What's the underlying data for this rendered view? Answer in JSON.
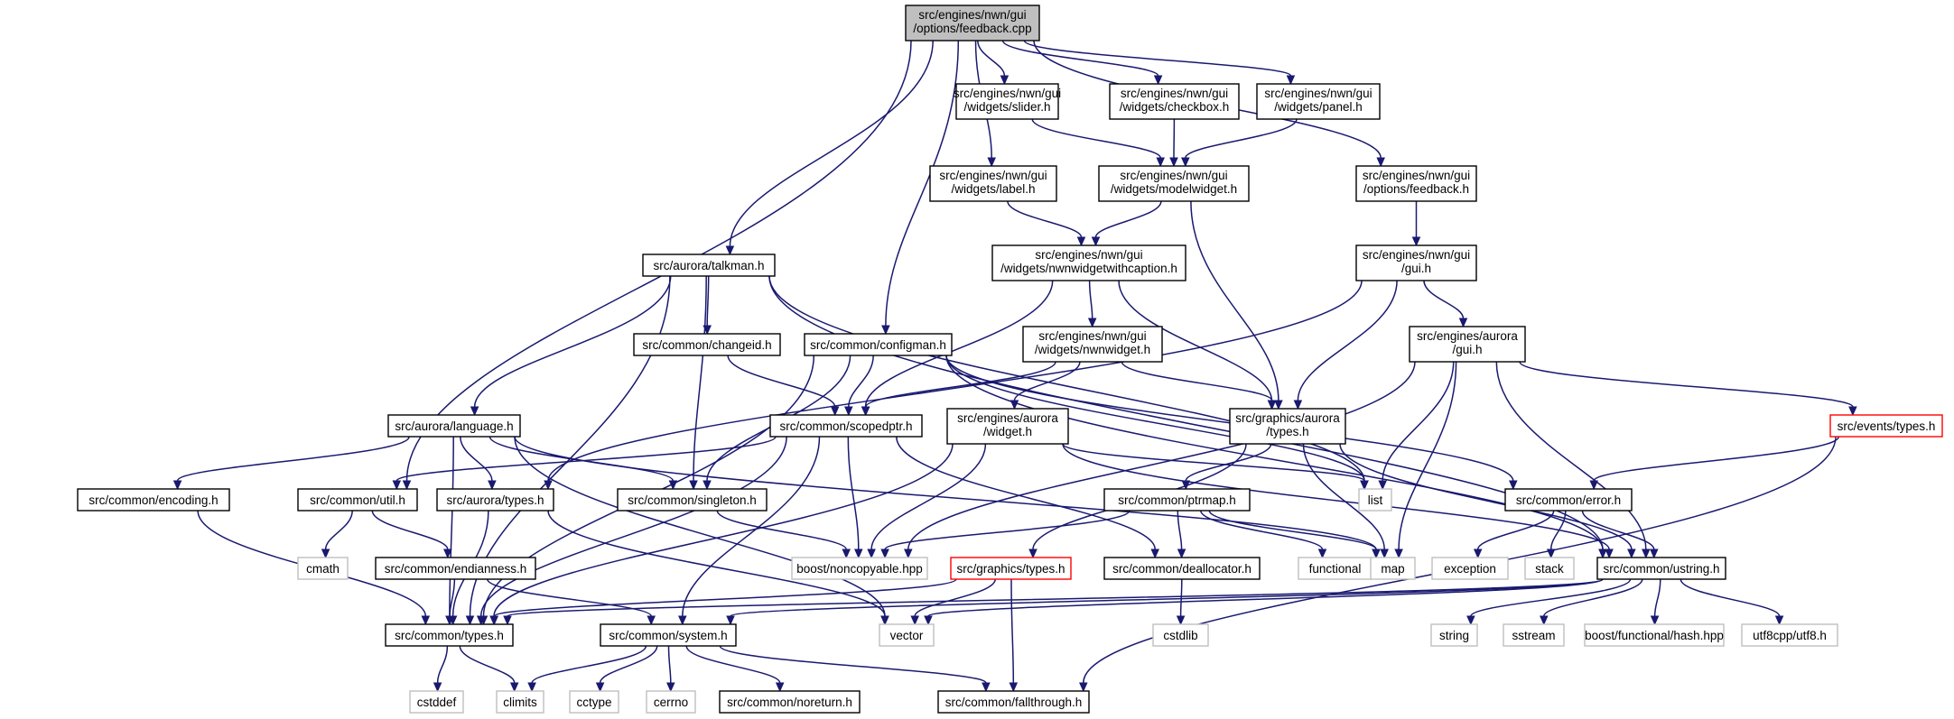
{
  "nodes": [
    {
      "id": "root",
      "lines": [
        "src/engines/nwn/gui",
        "/options/feedback.cpp"
      ],
      "kind": "root"
    },
    {
      "id": "slider",
      "lines": [
        "src/engines/nwn/gui",
        "/widgets/slider.h"
      ],
      "kind": "normal"
    },
    {
      "id": "checkbox",
      "lines": [
        "src/engines/nwn/gui",
        "/widgets/checkbox.h"
      ],
      "kind": "normal"
    },
    {
      "id": "panel",
      "lines": [
        "src/engines/nwn/gui",
        "/widgets/panel.h"
      ],
      "kind": "normal"
    },
    {
      "id": "label",
      "lines": [
        "src/engines/nwn/gui",
        "/widgets/label.h"
      ],
      "kind": "normal"
    },
    {
      "id": "modelwidget",
      "lines": [
        "src/engines/nwn/gui",
        "/widgets/modelwidget.h"
      ],
      "kind": "normal"
    },
    {
      "id": "feedback_h",
      "lines": [
        "src/engines/nwn/gui",
        "/options/feedback.h"
      ],
      "kind": "normal"
    },
    {
      "id": "talkman",
      "lines": [
        "src/aurora/talkman.h"
      ],
      "kind": "normal"
    },
    {
      "id": "nwnwidgetwithcaption",
      "lines": [
        "src/engines/nwn/gui",
        "/widgets/nwnwidgetwithcaption.h"
      ],
      "kind": "normal"
    },
    {
      "id": "nwngui",
      "lines": [
        "src/engines/nwn/gui",
        "/gui.h"
      ],
      "kind": "normal"
    },
    {
      "id": "changeid",
      "lines": [
        "src/common/changeid.h"
      ],
      "kind": "normal"
    },
    {
      "id": "configman",
      "lines": [
        "src/common/configman.h"
      ],
      "kind": "normal"
    },
    {
      "id": "nwnwidget",
      "lines": [
        "src/engines/nwn/gui",
        "/widgets/nwnwidget.h"
      ],
      "kind": "normal"
    },
    {
      "id": "auroragui",
      "lines": [
        "src/engines/aurora",
        "/gui.h"
      ],
      "kind": "normal"
    },
    {
      "id": "language",
      "lines": [
        "src/aurora/language.h"
      ],
      "kind": "normal"
    },
    {
      "id": "scopedptr",
      "lines": [
        "src/common/scopedptr.h"
      ],
      "kind": "normal"
    },
    {
      "id": "aurorawidget",
      "lines": [
        "src/engines/aurora",
        "/widget.h"
      ],
      "kind": "normal"
    },
    {
      "id": "graphicsauroratypes",
      "lines": [
        "src/graphics/aurora",
        "/types.h"
      ],
      "kind": "normal"
    },
    {
      "id": "eventstypes",
      "lines": [
        "src/events/types.h"
      ],
      "kind": "trunc"
    },
    {
      "id": "encoding",
      "lines": [
        "src/common/encoding.h"
      ],
      "kind": "normal"
    },
    {
      "id": "util",
      "lines": [
        "src/common/util.h"
      ],
      "kind": "normal"
    },
    {
      "id": "auroratypes",
      "lines": [
        "src/aurora/types.h"
      ],
      "kind": "normal"
    },
    {
      "id": "singleton",
      "lines": [
        "src/common/singleton.h"
      ],
      "kind": "normal"
    },
    {
      "id": "ptrmap",
      "lines": [
        "src/common/ptrmap.h"
      ],
      "kind": "normal"
    },
    {
      "id": "list",
      "lines": [
        "list"
      ],
      "kind": "ext"
    },
    {
      "id": "error",
      "lines": [
        "src/common/error.h"
      ],
      "kind": "normal"
    },
    {
      "id": "cmath",
      "lines": [
        "cmath"
      ],
      "kind": "ext"
    },
    {
      "id": "endianness",
      "lines": [
        "src/common/endianness.h"
      ],
      "kind": "normal"
    },
    {
      "id": "noncopyable",
      "lines": [
        "boost/noncopyable.hpp"
      ],
      "kind": "ext"
    },
    {
      "id": "graphicstypes",
      "lines": [
        "src/graphics/types.h"
      ],
      "kind": "trunc"
    },
    {
      "id": "deallocator",
      "lines": [
        "src/common/deallocator.h"
      ],
      "kind": "normal"
    },
    {
      "id": "functional",
      "lines": [
        "functional"
      ],
      "kind": "ext"
    },
    {
      "id": "map",
      "lines": [
        "map"
      ],
      "kind": "ext"
    },
    {
      "id": "exception",
      "lines": [
        "exception"
      ],
      "kind": "ext"
    },
    {
      "id": "stack",
      "lines": [
        "stack"
      ],
      "kind": "ext"
    },
    {
      "id": "ustring",
      "lines": [
        "src/common/ustring.h"
      ],
      "kind": "normal"
    },
    {
      "id": "types",
      "lines": [
        "src/common/types.h"
      ],
      "kind": "normal"
    },
    {
      "id": "system",
      "lines": [
        "src/common/system.h"
      ],
      "kind": "normal"
    },
    {
      "id": "vector",
      "lines": [
        "vector"
      ],
      "kind": "ext"
    },
    {
      "id": "cstdlib",
      "lines": [
        "cstdlib"
      ],
      "kind": "ext"
    },
    {
      "id": "string",
      "lines": [
        "string"
      ],
      "kind": "ext"
    },
    {
      "id": "sstream",
      "lines": [
        "sstream"
      ],
      "kind": "ext"
    },
    {
      "id": "hash",
      "lines": [
        "boost/functional/hash.hpp"
      ],
      "kind": "ext"
    },
    {
      "id": "utf8",
      "lines": [
        "utf8cpp/utf8.h"
      ],
      "kind": "ext"
    },
    {
      "id": "cstddef",
      "lines": [
        "cstddef"
      ],
      "kind": "ext"
    },
    {
      "id": "climits",
      "lines": [
        "climits"
      ],
      "kind": "ext"
    },
    {
      "id": "cctype",
      "lines": [
        "cctype"
      ],
      "kind": "ext"
    },
    {
      "id": "cerrno",
      "lines": [
        "cerrno"
      ],
      "kind": "ext"
    },
    {
      "id": "noreturn",
      "lines": [
        "src/common/noreturn.h"
      ],
      "kind": "normal"
    },
    {
      "id": "fallthrough",
      "lines": [
        "src/common/fallthrough.h"
      ],
      "kind": "normal"
    }
  ],
  "edges": [
    [
      "root",
      "slider"
    ],
    [
      "root",
      "checkbox"
    ],
    [
      "root",
      "panel"
    ],
    [
      "root",
      "label"
    ],
    [
      "root",
      "feedback_h"
    ],
    [
      "root",
      "talkman"
    ],
    [
      "root",
      "configman"
    ],
    [
      "root",
      "util"
    ],
    [
      "slider",
      "modelwidget"
    ],
    [
      "checkbox",
      "modelwidget"
    ],
    [
      "panel",
      "modelwidget"
    ],
    [
      "label",
      "nwnwidgetwithcaption"
    ],
    [
      "modelwidget",
      "nwnwidgetwithcaption"
    ],
    [
      "modelwidget",
      "graphicsauroratypes"
    ],
    [
      "feedback_h",
      "nwngui"
    ],
    [
      "talkman",
      "changeid"
    ],
    [
      "talkman",
      "language"
    ],
    [
      "talkman",
      "singleton"
    ],
    [
      "talkman",
      "types"
    ],
    [
      "talkman",
      "ustring"
    ],
    [
      "talkman",
      "list"
    ],
    [
      "nwnwidgetwithcaption",
      "nwnwidget"
    ],
    [
      "nwnwidgetwithcaption",
      "scopedptr"
    ],
    [
      "nwnwidgetwithcaption",
      "graphicsauroratypes"
    ],
    [
      "nwngui",
      "auroragui"
    ],
    [
      "nwngui",
      "auroratypes"
    ],
    [
      "nwngui",
      "graphicsauroratypes"
    ],
    [
      "changeid",
      "scopedptr"
    ],
    [
      "configman",
      "scopedptr"
    ],
    [
      "configman",
      "singleton"
    ],
    [
      "configman",
      "types"
    ],
    [
      "configman",
      "list"
    ],
    [
      "configman",
      "error"
    ],
    [
      "configman",
      "ustring"
    ],
    [
      "nwnwidget",
      "aurorawidget"
    ],
    [
      "nwnwidget",
      "scopedptr"
    ],
    [
      "nwnwidget",
      "graphicsauroratypes"
    ],
    [
      "auroragui",
      "list"
    ],
    [
      "auroragui",
      "map"
    ],
    [
      "auroragui",
      "noncopyable"
    ],
    [
      "auroragui",
      "eventstypes"
    ],
    [
      "auroragui",
      "ustring"
    ],
    [
      "language",
      "encoding"
    ],
    [
      "language",
      "auroratypes"
    ],
    [
      "language",
      "singleton"
    ],
    [
      "language",
      "types"
    ],
    [
      "language",
      "vector"
    ],
    [
      "language",
      "map"
    ],
    [
      "scopedptr",
      "util"
    ],
    [
      "scopedptr",
      "noncopyable"
    ],
    [
      "scopedptr",
      "system"
    ],
    [
      "scopedptr",
      "deallocator"
    ],
    [
      "scopedptr",
      "types"
    ],
    [
      "aurorawidget",
      "list"
    ],
    [
      "aurorawidget",
      "noncopyable"
    ],
    [
      "aurorawidget",
      "ustring"
    ],
    [
      "aurorawidget",
      "types"
    ],
    [
      "graphicsauroratypes",
      "graphicstypes"
    ],
    [
      "graphicsauroratypes",
      "ptrmap"
    ],
    [
      "graphicsauroratypes",
      "map"
    ],
    [
      "graphicsauroratypes",
      "ustring"
    ],
    [
      "eventstypes",
      "error"
    ],
    [
      "eventstypes",
      "fallthrough"
    ],
    [
      "encoding",
      "types"
    ],
    [
      "util",
      "cmath"
    ],
    [
      "util",
      "endianness"
    ],
    [
      "auroratypes",
      "types"
    ],
    [
      "auroratypes",
      "vector"
    ],
    [
      "singleton",
      "noncopyable"
    ],
    [
      "ptrmap",
      "map"
    ],
    [
      "ptrmap",
      "functional"
    ],
    [
      "ptrmap",
      "deallocator"
    ],
    [
      "ptrmap",
      "noncopyable"
    ],
    [
      "error",
      "exception"
    ],
    [
      "error",
      "stack"
    ],
    [
      "error",
      "ustring"
    ],
    [
      "endianness",
      "types"
    ],
    [
      "endianness",
      "system"
    ],
    [
      "graphicstypes",
      "types"
    ],
    [
      "graphicstypes",
      "vector"
    ],
    [
      "graphicstypes",
      "fallthrough"
    ],
    [
      "deallocator",
      "cstdlib"
    ],
    [
      "ustring",
      "string"
    ],
    [
      "ustring",
      "sstream"
    ],
    [
      "ustring",
      "hash"
    ],
    [
      "ustring",
      "utf8"
    ],
    [
      "ustring",
      "types"
    ],
    [
      "ustring",
      "system"
    ],
    [
      "ustring",
      "vector"
    ],
    [
      "types",
      "cstddef"
    ],
    [
      "types",
      "climits"
    ],
    [
      "system",
      "climits"
    ],
    [
      "system",
      "cctype"
    ],
    [
      "system",
      "cerrno"
    ],
    [
      "system",
      "noreturn"
    ],
    [
      "system",
      "fallthrough"
    ]
  ]
}
